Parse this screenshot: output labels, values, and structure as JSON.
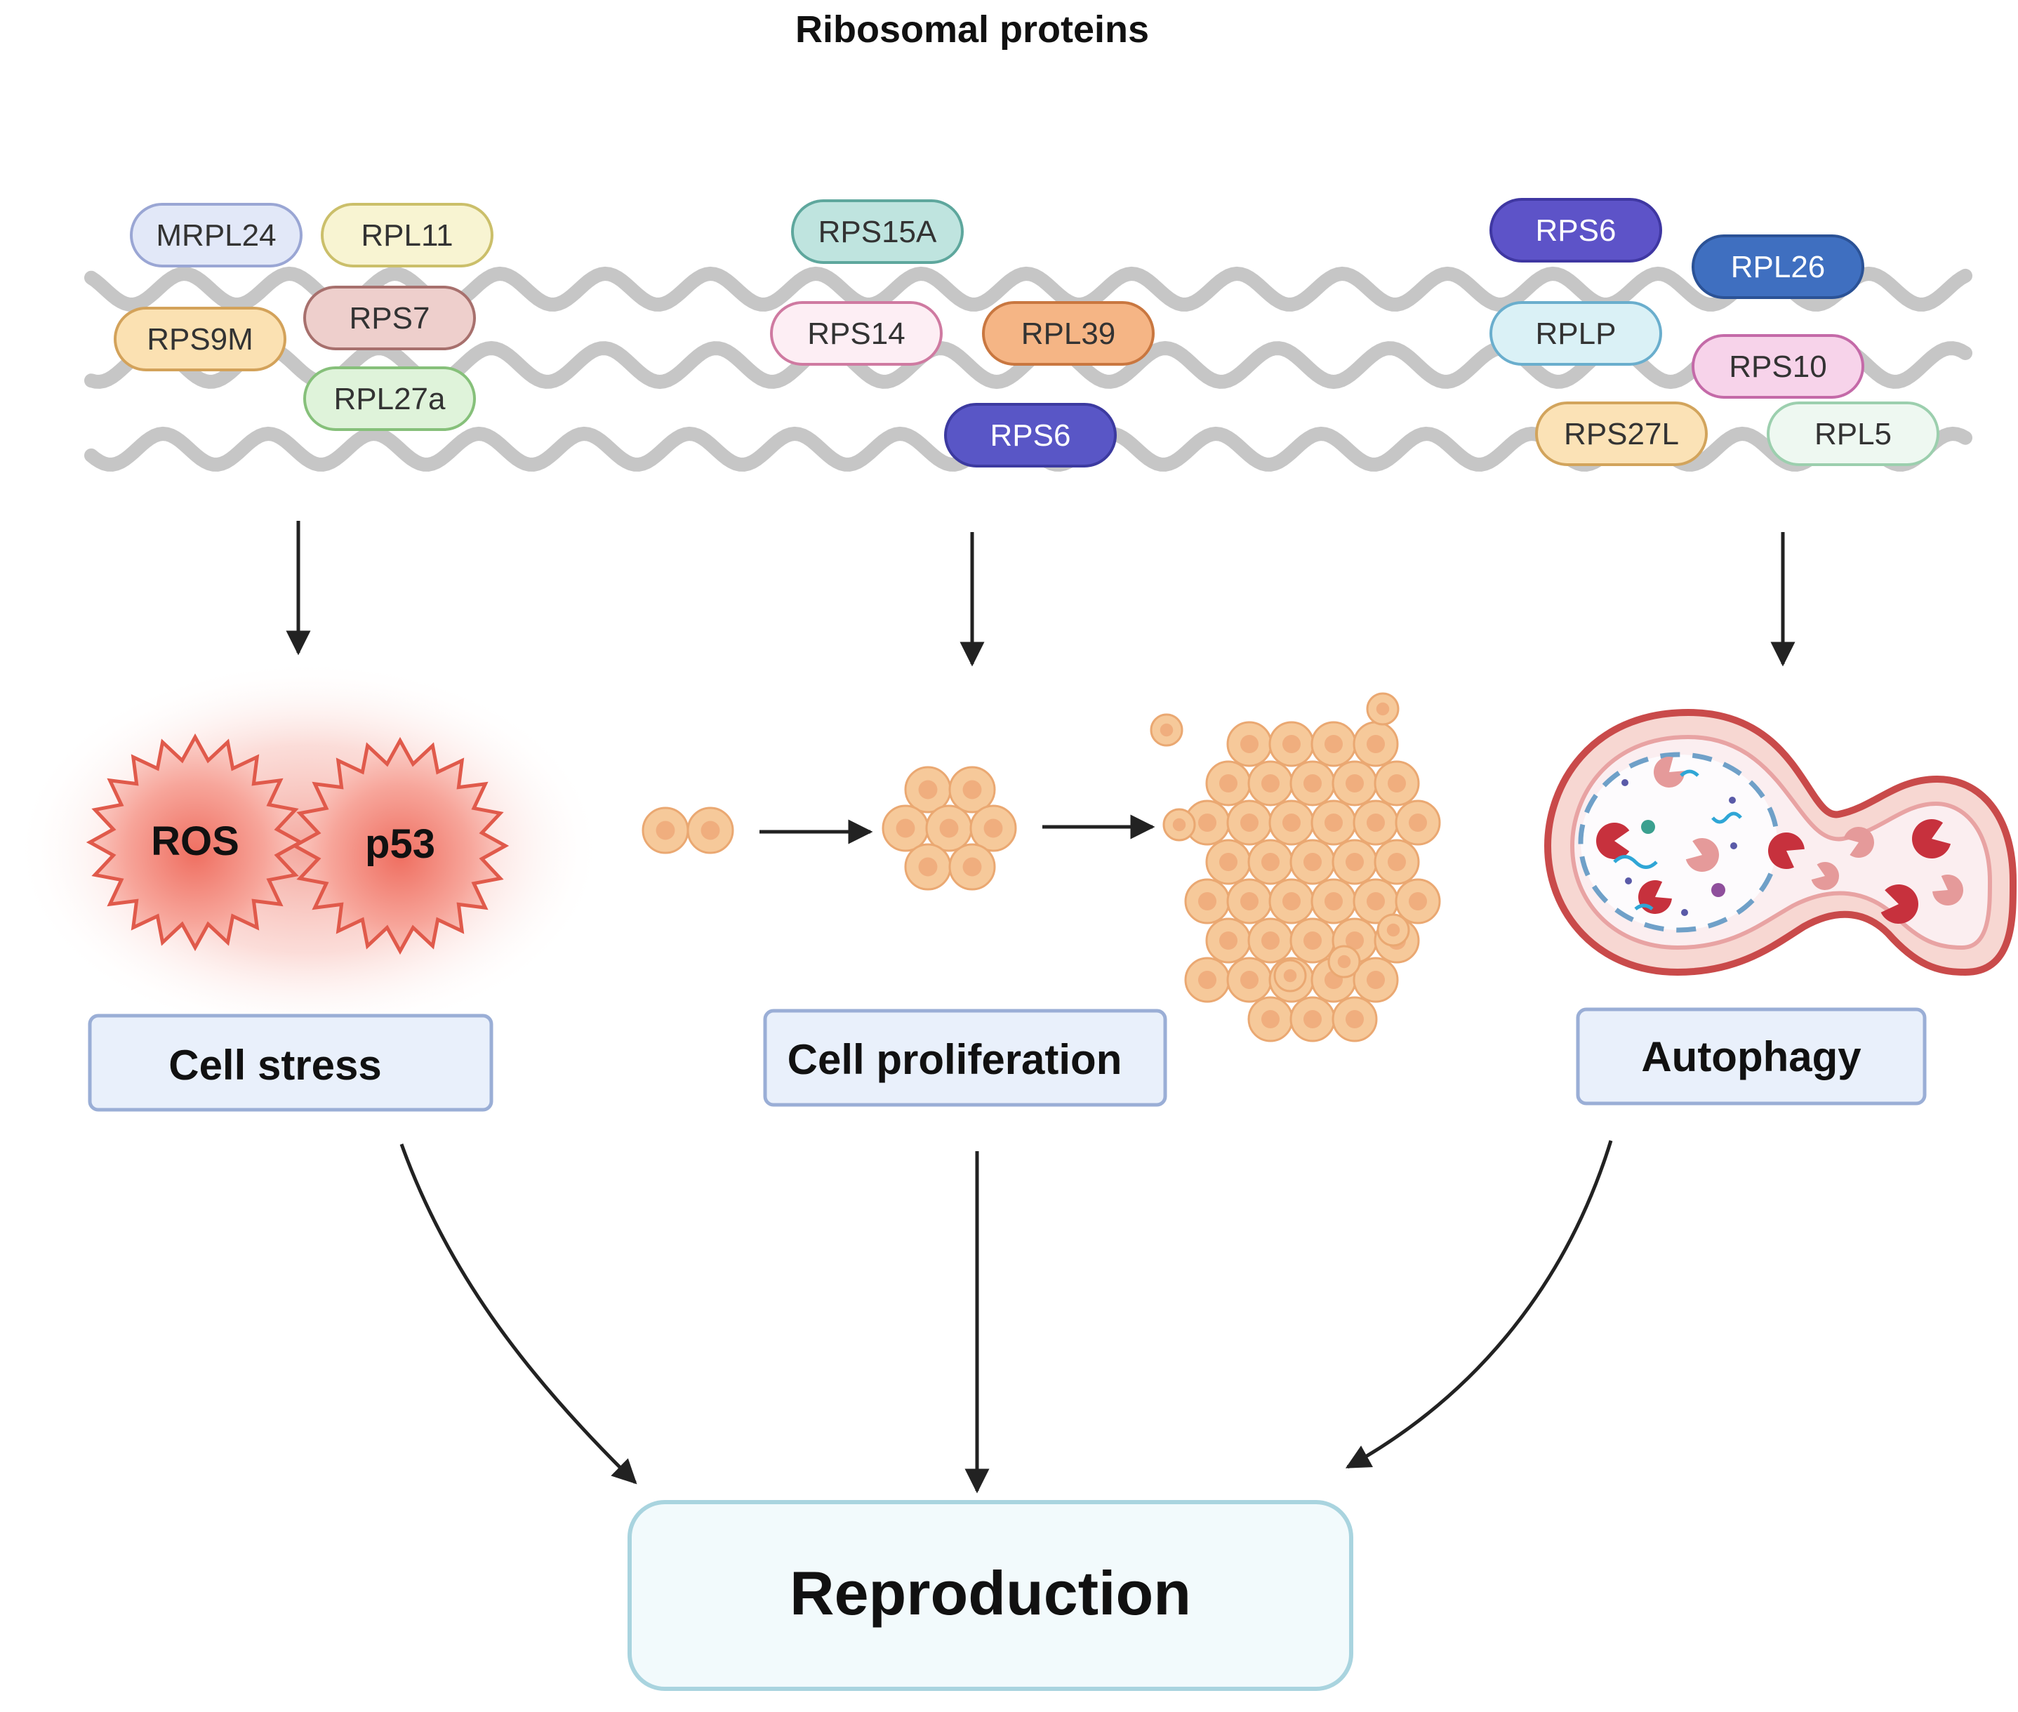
{
  "title": "Ribosomal proteins",
  "colors": {
    "strand": "#c4c4c4",
    "arrow": "#222222",
    "box_fill": "#e9f0fb",
    "box_stroke": "#9aaed6",
    "repro_fill": "#f2fafc",
    "repro_stroke": "#a9d4df",
    "cell_fill": "#f6c99a",
    "cell_stroke": "#e8a973",
    "star_stroke": "#e05a4b"
  },
  "groups": [
    {
      "proteins": [
        "MRPL24",
        "RPL11",
        "RPS9M",
        "RPS7",
        "RPL27a"
      ],
      "process": "Cell stress",
      "markers": [
        "ROS",
        "p53"
      ]
    },
    {
      "proteins": [
        "RPS15A",
        "RPS14",
        "RPL39",
        "RPS6"
      ],
      "process": "Cell proliferation"
    },
    {
      "proteins": [
        "RPS6",
        "RPL26",
        "RPLP",
        "RPS10",
        "RPS27L",
        "RPL5"
      ],
      "process": "Autophagy"
    }
  ],
  "outcome": "Reproduction"
}
